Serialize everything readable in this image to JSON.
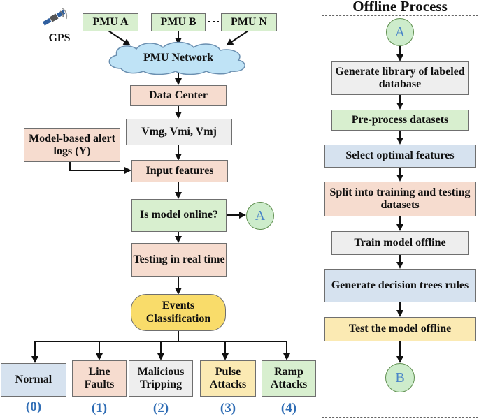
{
  "header": {
    "offline_title": "Offline Process"
  },
  "left": {
    "gps": "GPS",
    "pmu_a": "PMU A",
    "pmu_b": "PMU B",
    "pmu_n": "PMU N",
    "network": "PMU Network",
    "data_center": "Data Center",
    "vm": "Vmg, Vmi, Vmj",
    "alert_logs": "Model-based alert logs (Y)",
    "input_features": "Input features",
    "is_online": "Is model online?",
    "connector_a": "A",
    "testing": "Testing in real time",
    "events": "Events Classification",
    "classes": [
      {
        "label": "Normal",
        "index": "(0)"
      },
      {
        "label": "Line Faults",
        "index": "(1)"
      },
      {
        "label": "Malicious Tripping",
        "index": "(2)"
      },
      {
        "label": "Pulse Attacks",
        "index": "(3)"
      },
      {
        "label": "Ramp Attacks",
        "index": "(4)"
      }
    ]
  },
  "offline": {
    "start": "A",
    "steps": [
      "Generate library of labeled database",
      "Pre-process datasets",
      "Select optimal features",
      "Split into training and testing datasets",
      "Train model offline",
      "Generate decision trees rules",
      "Test the model offline"
    ],
    "end": "B"
  },
  "colors": {
    "green": "#d8efcf",
    "peach": "#f6dccf",
    "gray": "#eeeeee",
    "blue": "#d6e2ef",
    "yellow": "#fbeab3",
    "events": "#f9dc6a",
    "cloud": "#bfe3f6",
    "index_text": "#2f6db5"
  }
}
